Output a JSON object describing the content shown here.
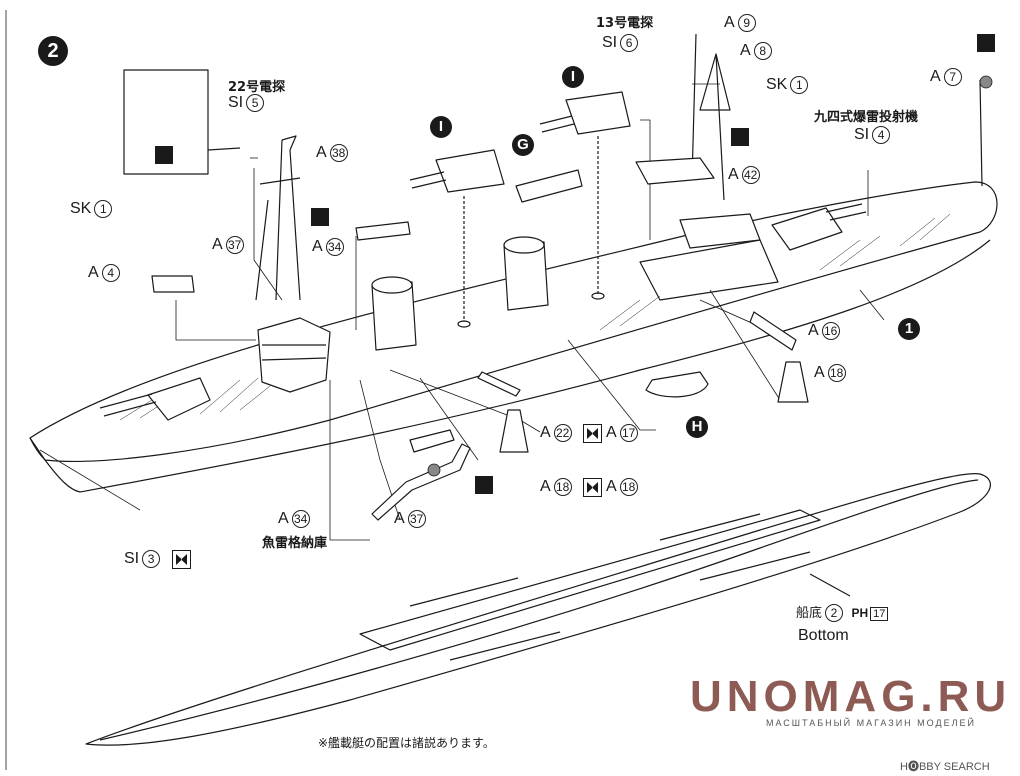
{
  "step": {
    "number": "2"
  },
  "subassembly_bubbles": [
    "I",
    "I",
    "G",
    "H",
    "1"
  ],
  "japanese_labels": {
    "radar22": "22号電探",
    "radar13": "13号電探",
    "dc_projector": "九四式爆雷投射機",
    "torpedo_store": "魚雷格納庫"
  },
  "part_labels": {
    "si5": {
      "prefix": "SI",
      "num": "5"
    },
    "a38": {
      "prefix": "A",
      "num": "38"
    },
    "sk1_left": {
      "prefix": "SK",
      "num": "1"
    },
    "a37_upper": {
      "prefix": "A",
      "num": "37"
    },
    "a34_upper": {
      "prefix": "A",
      "num": "34"
    },
    "a4": {
      "prefix": "A",
      "num": "4"
    },
    "si6": {
      "prefix": "SI",
      "num": "6"
    },
    "a9": {
      "prefix": "A",
      "num": "9"
    },
    "a8": {
      "prefix": "A",
      "num": "8"
    },
    "sk1_right": {
      "prefix": "SK",
      "num": "1"
    },
    "a7": {
      "prefix": "A",
      "num": "7"
    },
    "si4": {
      "prefix": "SI",
      "num": "4"
    },
    "a42": {
      "prefix": "A",
      "num": "42"
    },
    "a16": {
      "prefix": "A",
      "num": "16"
    },
    "a18_right": {
      "prefix": "A",
      "num": "18"
    },
    "a22": {
      "prefix": "A",
      "num": "22"
    },
    "a17": {
      "prefix": "A",
      "num": "17"
    },
    "a18_mid_l": {
      "prefix": "A",
      "num": "18"
    },
    "a18_mid_r": {
      "prefix": "A",
      "num": "18"
    },
    "a34_lower": {
      "prefix": "A",
      "num": "34"
    },
    "a37_lower": {
      "prefix": "A",
      "num": "37"
    },
    "si3": {
      "prefix": "SI",
      "num": "3"
    }
  },
  "bottom_part": {
    "ja": "船底",
    "num": "2",
    "sprue": "PH",
    "sprue_num": "17",
    "en": "Bottom"
  },
  "footnote": "※艦載艇の配置は諸説あります。",
  "watermark": {
    "main": "UNOMAG.RU",
    "sub": "МАСШТАБНЫЙ МАГАЗИН МОДЕЛЕЙ"
  },
  "source_mark": "H🅞BBY SEARCH",
  "colors": {
    "ink": "#1a1a1a",
    "watermark": "#7a3e37"
  }
}
